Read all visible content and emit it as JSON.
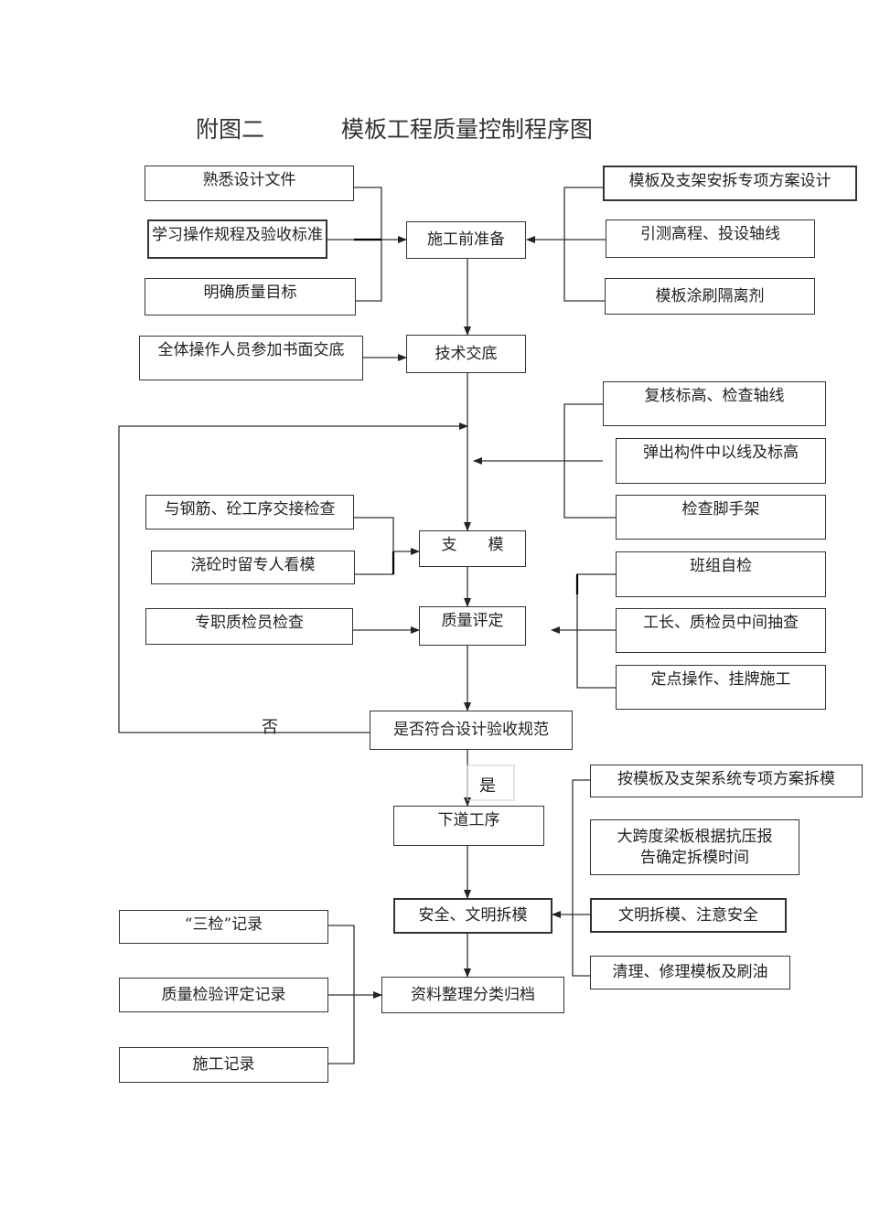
{
  "title": {
    "part1": "附图二",
    "part2": "模板工程质量控制程序图"
  },
  "main": {
    "prep": "施工前准备",
    "tech": "技术交底",
    "formwork": "支　　模",
    "eval": "质量评定",
    "decision": "是否符合设计验收规范",
    "next": "下道工序",
    "removal": "安全、文明拆模",
    "archive": "资料整理分类归档"
  },
  "left": {
    "familiar_docs": "熟悉设计文件",
    "study_rules": "学习操作规程及验收标准",
    "quality_goal": "明确质量目标",
    "written_brief": "全体操作人员参加书面交底",
    "handover_check": "与钢筋、砼工序交接检查",
    "watch_mold": "浇砼时留专人看模",
    "inspector_check": "专职质检员检查",
    "three_check_record": "“三检”记录",
    "quality_record": "质量检验评定记录",
    "construction_record": "施工记录"
  },
  "right": {
    "scheme_design": "模板及支架安拆专项方案设计",
    "survey_axis": "引测高程、投设轴线",
    "release_agent": "模板涂刷隔离剂",
    "recheck": "复核标高、检查轴线",
    "snap_line": "弹出构件中以线及标高",
    "scaffold": "检查脚手架",
    "self_check": "班组自检",
    "foreman_check": "工长、质检员中间抽查",
    "fixed_point": "定点操作、挂牌施工",
    "per_scheme": "按模板及支架系统专项方案拆模",
    "long_span": "大跨度梁板根据抗压报告确定拆模时间",
    "civil_removal": "文明拆模、注意安全",
    "clean_repair": "清理、修理模板及刷油"
  },
  "labels": {
    "no": "否",
    "yes": "是"
  }
}
